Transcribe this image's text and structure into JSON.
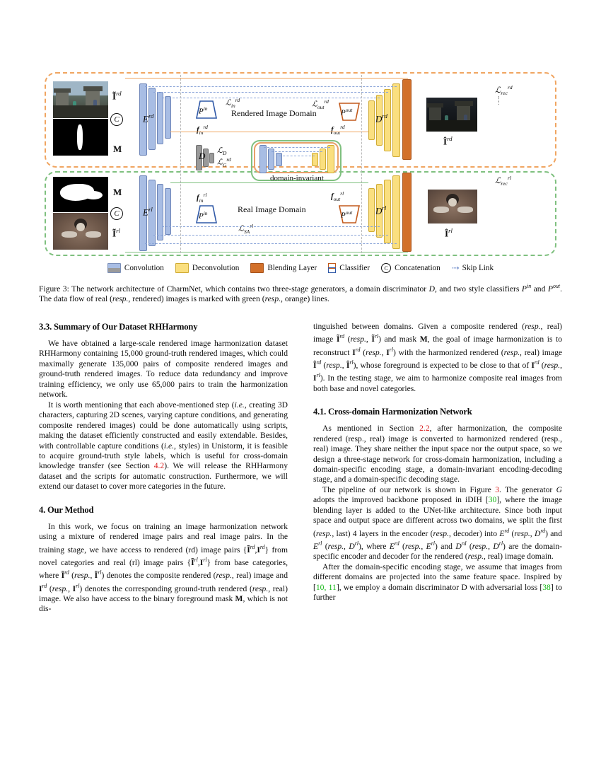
{
  "figure": {
    "label": "Figure 3:",
    "caption_text": "The network architecture of CharmNet, which contains two three-stage generators, a domain discriminator D, and two style classifiers Pin and Pout. The data flow of real (resp., rendered) images is marked with green (resp., orange) lines.",
    "colors": {
      "convolution": "#a8bde4",
      "deconvolution": "#fadf7f",
      "blending_layer": "#d2702a",
      "discriminator": "#9a9a9a",
      "rendered_flow": "#f0a561",
      "real_flow": "#7fc07f",
      "skip_link": "#8aa4d8"
    },
    "legend": [
      {
        "name": "convolution",
        "label": "Convolution"
      },
      {
        "name": "deconvolution",
        "label": "Deconvolution"
      },
      {
        "name": "blending-layer",
        "label": "Blending Layer"
      },
      {
        "name": "classifier",
        "label": "Classifier"
      },
      {
        "name": "concatenation",
        "label": "Concatenation",
        "glyph": "C"
      },
      {
        "name": "skip-link",
        "label": "Skip Link",
        "glyph": "⇢"
      }
    ],
    "diagram": {
      "rendered_domain_label": "Rendered Image Domain",
      "real_domain_label": "Real Image Domain",
      "domain_invariant_label": "domain-invariant",
      "encoder_rd": "E",
      "encoder_rd_sup": "rd",
      "encoder_rl": "E",
      "encoder_rl_sup": "rl",
      "decoder_rd": "D",
      "decoder_rd_sup": "rd",
      "decoder_rl": "D",
      "decoder_rl_sup": "rl",
      "discriminator": "D",
      "classifier_in": "P",
      "classifier_in_sup": "in",
      "classifier_out": "P",
      "classifier_out_sup": "out",
      "mask_top": "M",
      "mask_bottom": "M",
      "concat_glyph": "C",
      "input_rd": "Ĩ",
      "input_rd_sup": "rd",
      "input_rl": "Ĩ",
      "input_rl_sup": "rl",
      "output_rd": "Î",
      "output_rd_sup": "rd",
      "output_rl": "Î",
      "output_rl_sup": "rl",
      "loss_rec_rd": "ℒ",
      "loss_rec_rd_sub": "rec",
      "loss_rec_rd_sup": "rd",
      "loss_rec_rl_sub": "rec",
      "loss_rec_rl_sup": "rl",
      "loss_in_rd_sub": "in",
      "loss_in_rd_sup": "rd",
      "loss_out_rd_sub": "out",
      "loss_out_rd_sup": "rd",
      "loss_sa_rl_sub": "SA",
      "loss_sa_rl_sup": "rl",
      "loss_D_sub": "D",
      "loss_G_sub": "G",
      "loss_G_sup": "rd",
      "feat_in_rd": "f",
      "feat_in_rd_sub": "in",
      "feat_in_rd_sup": "rd",
      "feat_out_rd_sub": "out",
      "feat_out_rd_sup": "rd",
      "feat_in_rl_sub": "in",
      "feat_in_rl_sup": "rl",
      "feat_out_rl_sub": "out",
      "feat_out_rl_sup": "rl"
    }
  },
  "left_column": {
    "section_heading": "3.3. Summary of Our Dataset RHHarmony",
    "paragraph_1": "We have obtained a large-scale rendered image harmonization dataset RHHarmony containing 15,000 ground-truth rendered images, which could maximally generate 135,000 pairs of composite rendered images and ground-truth rendered images. To reduce data redundancy and improve training efficiency, we only use 65,000 pairs to train the harmonization network.",
    "paragraph_2_a": "It is worth mentioning that each above-mentioned step (",
    "paragraph_2_ie": "i.e.",
    "paragraph_2_b": ", creating 3D characters, capturing 2D scenes, varying capture conditions, and generating composite rendered images) could be done automatically using scripts, making the dataset efficiently constructed and easily extendable. Besides, with controllable capture conditions (",
    "paragraph_2_c": ", styles) in Unistorm, it is feasible to acquire ground-truth style labels, which is useful for cross-domain knowledge transfer (see Section ",
    "paragraph_2_ref": "4.2",
    "paragraph_2_d": "). We will release the RHHarmony dataset and the scripts for automatic construction. Furthermore, we will extend our dataset to cover more categories in the future.",
    "section_heading_2": "4. Our Method",
    "paragraph_3": "In this work, we focus on training an image harmonization network using a mixture of rendered image pairs and real image pairs. In the training stage, we have access to rendered (rd) image pairs {Ĩrd, Ird} from novel categories and real (rl) image pairs {Ĩrl, Irl} from base categories, where Ĩrd (resp., Ĩrl) denotes the composite rendered (resp., real) image and Ird (resp., Irl) denotes the corresponding ground-truth rendered (resp., real) image. We also have access to the binary foreground mask M, which is not dis-"
  },
  "right_column": {
    "paragraph_1": "tinguished between domains. Given a composite rendered (resp., real) image Ĩrd (resp., Ĩrl) and mask M, the goal of image harmonization is to reconstruct Ird (resp., Irl) with the harmonized rendered (resp., real) image Îrd (resp., Îrl), whose foreground is expected to be close to that of Ird (resp., Irl). In the testing stage, we aim to harmonize composite real images from both base and novel categories.",
    "section_heading": "4.1. Cross-domain Harmonization Network",
    "paragraph_2_a": "As mentioned in Section ",
    "paragraph_2_ref": "2.2",
    "paragraph_2_b": ", after harmonization, the composite rendered (resp., real) image is converted to harmonized rendered (resp., real) image. They share neither the input space nor the output space, so we design a three-stage network for cross-domain harmonization, including a domain-specific encoding stage, a domain-invariant encoding-decoding stage, and a domain-specific decoding stage.",
    "paragraph_3_a": "The pipeline of our network is shown in Figure ",
    "paragraph_3_ref": "3",
    "paragraph_3_b": ". The generator G adopts the improved backbone proposed in iDIH [",
    "paragraph_3_ref2": "30",
    "paragraph_3_c": "], where the image blending layer is added to the UNet-like architecture. Since both input space and output space are different across two domains, we split the first (resp., last) 4 layers in the encoder (resp., decoder) into Erd (resp., Drd) and Erl (resp., Drl), where Erd (resp., Erl) and Drd (resp., Drl) are the domain-specific encoder and decoder for the rendered (resp., real) image domain.",
    "paragraph_4_a": "After the domain-specific encoding stage, we assume that images from different domains are projected into the same feature space. Inspired by [",
    "paragraph_4_ref": "10, 11",
    "paragraph_4_b": "], we employ a domain discriminator D with adversarial loss [",
    "paragraph_4_ref2": "38",
    "paragraph_4_c": "] to further"
  }
}
